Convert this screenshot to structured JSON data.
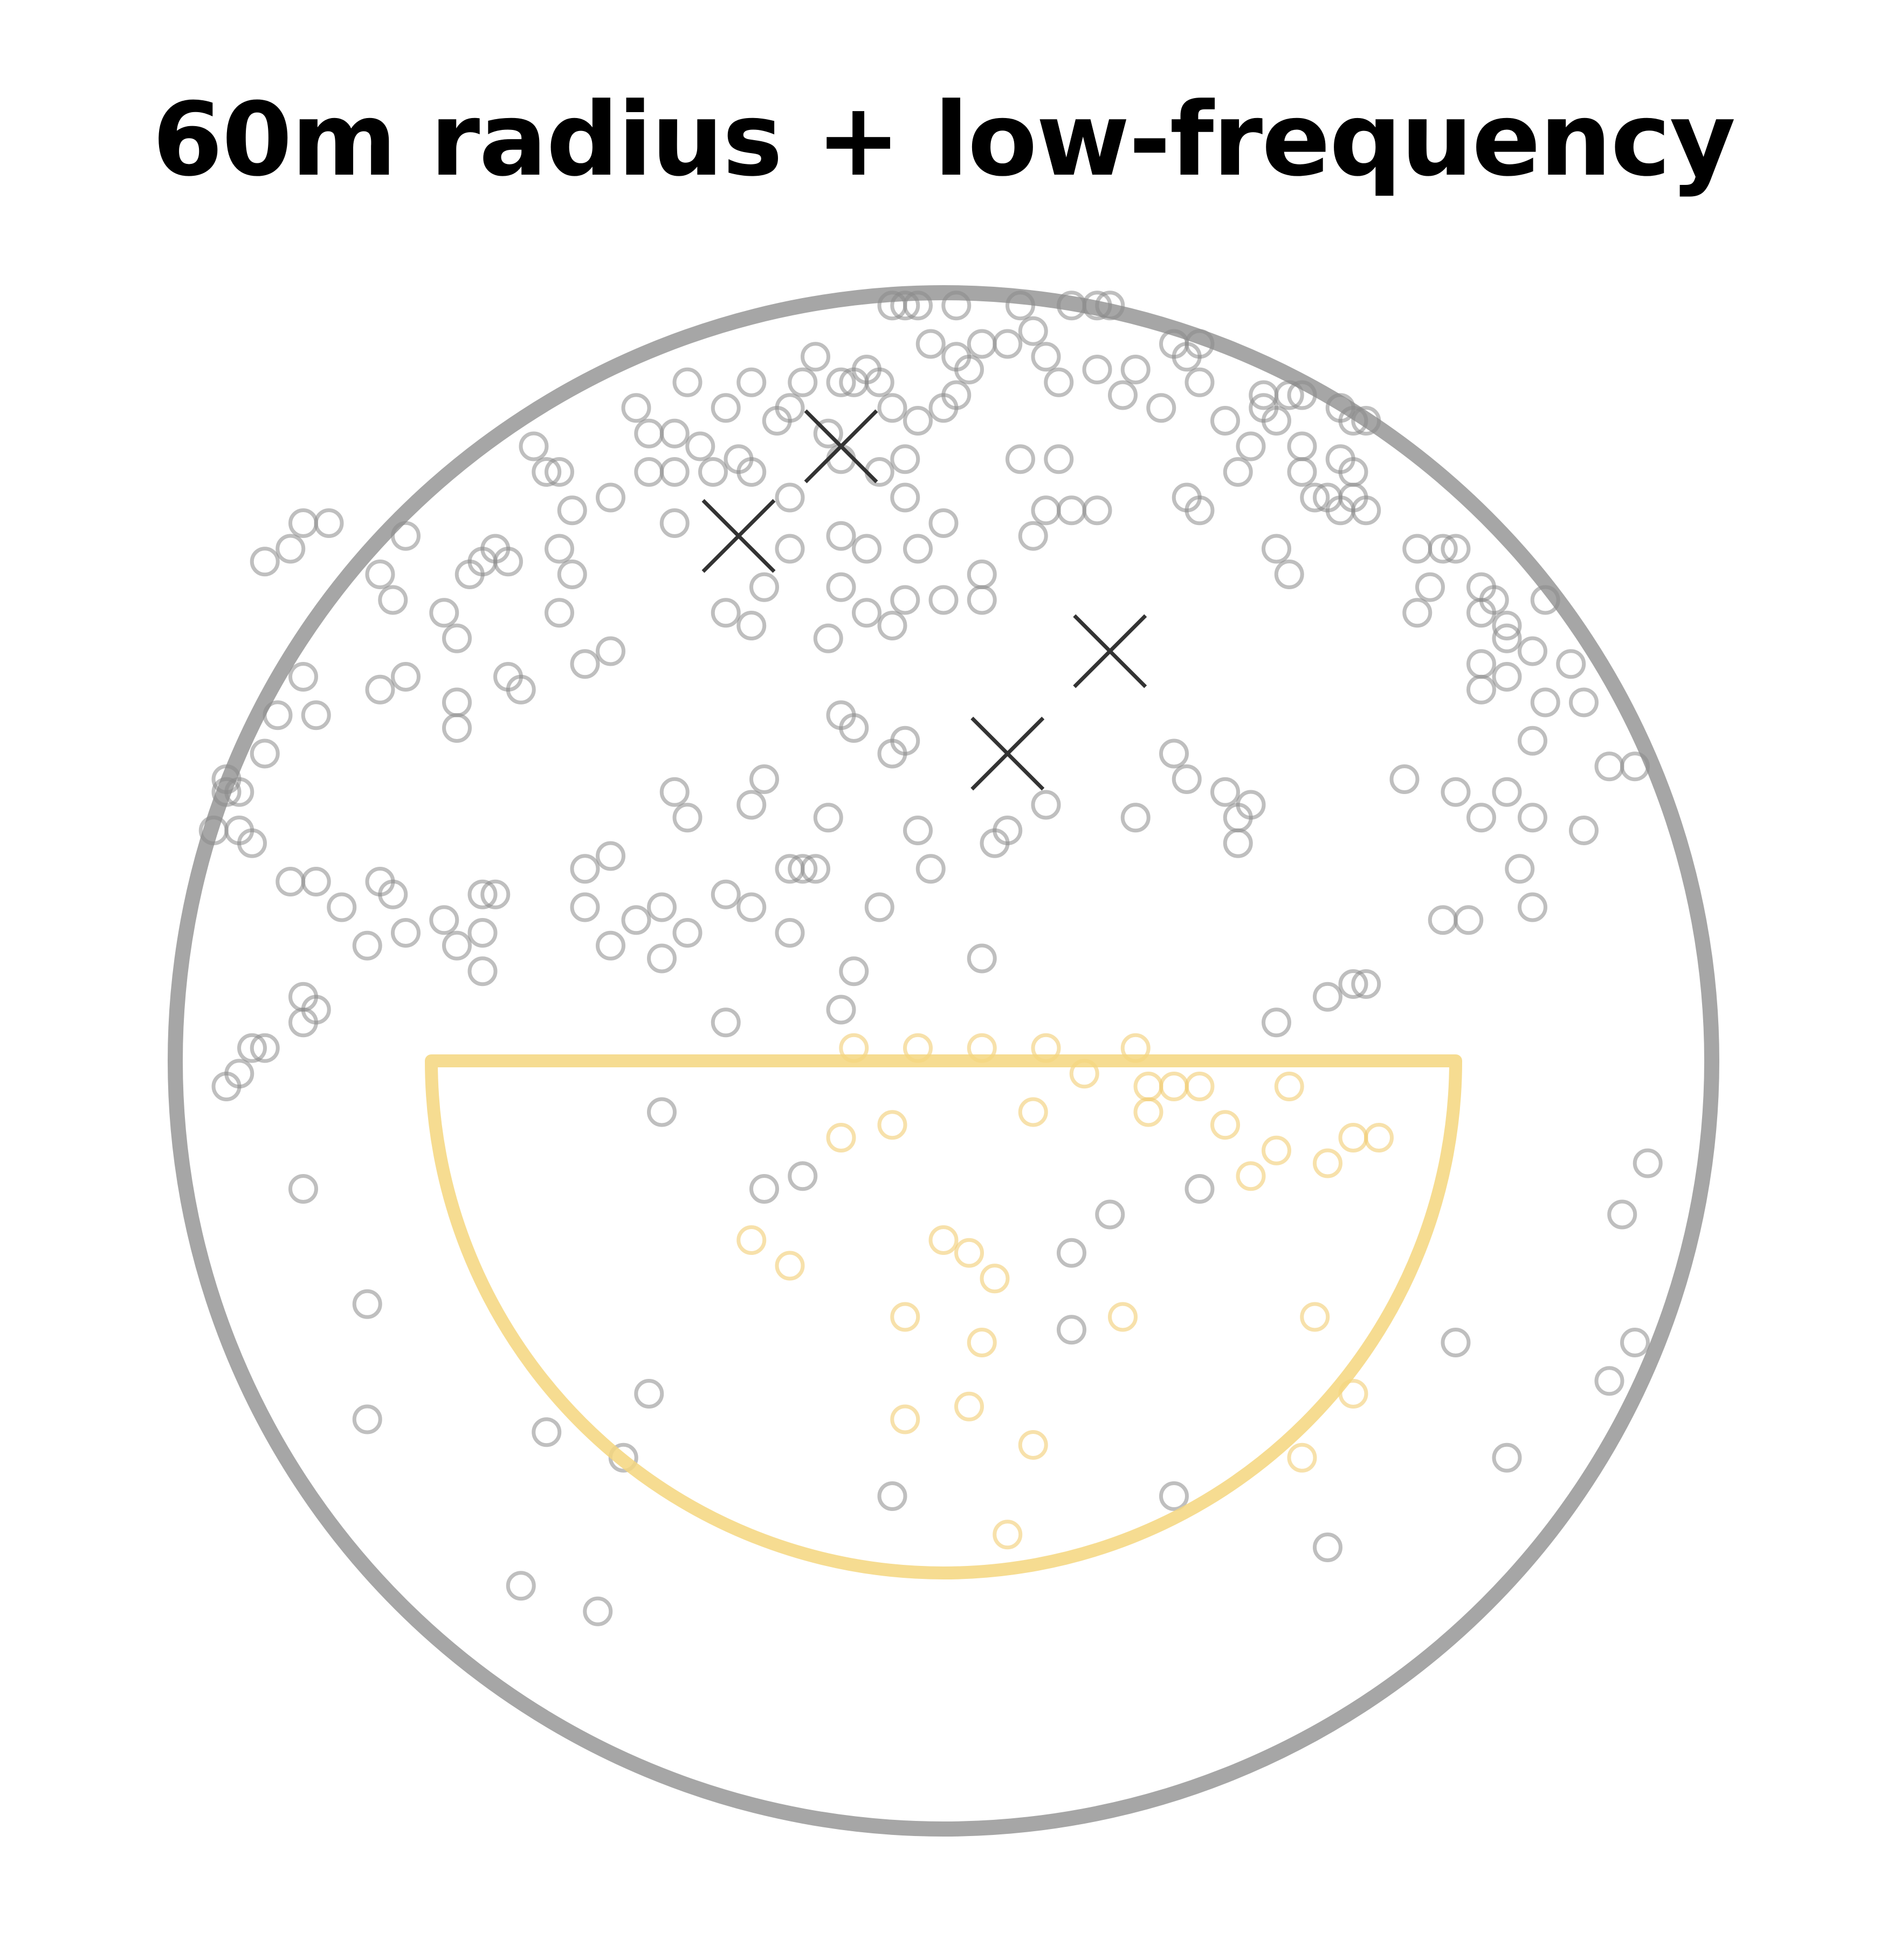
{
  "chart_data": {
    "type": "scatter",
    "title": "60m radius + low-frequency",
    "grid": false,
    "legend": "none",
    "xlim": [
      -60,
      60
    ],
    "ylim": [
      -60,
      60
    ],
    "outer_radius": 60,
    "inner_half_disc_radius": 40,
    "colors": {
      "boundary": "#a6a6a6",
      "half_disc": "#f5d67e",
      "point_outside": "#8a8a8a",
      "point_inside": "#f0c866",
      "cross": "#333333"
    },
    "crosses": [
      [
        -8,
        48
      ],
      [
        -16,
        41
      ],
      [
        5,
        24
      ],
      [
        13,
        32
      ]
    ],
    "points": [
      [
        -3,
        59
      ],
      [
        -2,
        59
      ],
      [
        -4,
        59
      ],
      [
        1,
        59
      ],
      [
        6,
        59
      ],
      [
        10,
        59
      ],
      [
        12,
        59
      ],
      [
        13,
        59
      ],
      [
        7,
        57
      ],
      [
        -1,
        56
      ],
      [
        3,
        56
      ],
      [
        1,
        55
      ],
      [
        5,
        56
      ],
      [
        -10,
        55
      ],
      [
        -11,
        53
      ],
      [
        -15,
        53
      ],
      [
        -6,
        54
      ],
      [
        -8,
        53
      ],
      [
        -12,
        51
      ],
      [
        -17,
        51
      ],
      [
        -21,
        49
      ],
      [
        -23,
        49
      ],
      [
        -24,
        51
      ],
      [
        -20,
        53
      ],
      [
        2,
        54
      ],
      [
        -5,
        53
      ],
      [
        -7,
        53
      ],
      [
        0,
        51
      ],
      [
        -13,
        50
      ],
      [
        -2,
        50
      ],
      [
        1,
        52
      ],
      [
        -4,
        51
      ],
      [
        12,
        54
      ],
      [
        14,
        52
      ],
      [
        8,
        55
      ],
      [
        9,
        53
      ],
      [
        15,
        54
      ],
      [
        19,
        55
      ],
      [
        18,
        56
      ],
      [
        20,
        56
      ],
      [
        20,
        53
      ],
      [
        17,
        51
      ],
      [
        -9,
        49
      ],
      [
        -3,
        47
      ],
      [
        -5,
        46
      ],
      [
        -15,
        46
      ],
      [
        -16,
        47
      ],
      [
        -19,
        48
      ],
      [
        -18,
        46
      ],
      [
        -21,
        46
      ],
      [
        -23,
        46
      ],
      [
        -3,
        44
      ],
      [
        -8,
        47
      ],
      [
        -12,
        44
      ],
      [
        -21,
        42
      ],
      [
        -31,
        46
      ],
      [
        -30,
        46
      ],
      [
        -32,
        48
      ],
      [
        -26,
        44
      ],
      [
        -29,
        43
      ],
      [
        -30,
        40
      ],
      [
        -34,
        39
      ],
      [
        -35,
        40
      ],
      [
        -12,
        40
      ],
      [
        -8,
        41
      ],
      [
        -6,
        40
      ],
      [
        -2,
        40
      ],
      [
        -14,
        37
      ],
      [
        -8,
        37
      ],
      [
        -9,
        33
      ],
      [
        -15,
        34
      ],
      [
        -6,
        35
      ],
      [
        -17,
        35
      ],
      [
        -3,
        36
      ],
      [
        -4,
        34
      ],
      [
        0,
        36
      ],
      [
        0,
        42
      ],
      [
        3,
        38
      ],
      [
        3,
        36
      ],
      [
        7,
        41
      ],
      [
        8,
        43
      ],
      [
        6,
        47
      ],
      [
        9,
        47
      ],
      [
        10,
        43
      ],
      [
        12,
        43
      ],
      [
        24,
        48
      ],
      [
        22,
        50
      ],
      [
        25,
        51
      ],
      [
        26,
        50
      ],
      [
        25,
        52
      ],
      [
        27,
        52
      ],
      [
        28,
        52
      ],
      [
        31,
        51
      ],
      [
        32,
        50
      ],
      [
        33,
        50
      ],
      [
        31,
        47
      ],
      [
        28,
        48
      ],
      [
        28,
        46
      ],
      [
        29,
        44
      ],
      [
        30,
        44
      ],
      [
        32,
        46
      ],
      [
        31,
        43
      ],
      [
        26,
        40
      ],
      [
        27,
        38
      ],
      [
        32,
        44
      ],
      [
        33,
        43
      ],
      [
        19,
        44
      ],
      [
        20,
        43
      ],
      [
        23,
        46
      ],
      [
        37,
        40
      ],
      [
        39,
        40
      ],
      [
        40,
        40
      ],
      [
        38,
        37
      ],
      [
        37,
        35
      ],
      [
        42,
        35
      ],
      [
        42,
        37
      ],
      [
        43,
        36
      ],
      [
        44,
        34
      ],
      [
        47,
        36
      ],
      [
        44,
        33
      ],
      [
        49,
        31
      ],
      [
        46,
        32
      ],
      [
        42,
        31
      ],
      [
        42,
        29
      ],
      [
        44,
        30
      ],
      [
        47,
        28
      ],
      [
        50,
        28
      ],
      [
        46,
        25
      ],
      [
        46,
        19
      ],
      [
        54,
        23
      ],
      [
        52,
        23
      ],
      [
        50,
        18
      ],
      [
        44,
        21
      ],
      [
        36,
        22
      ],
      [
        40,
        21
      ],
      [
        42,
        19
      ],
      [
        45,
        15
      ],
      [
        46,
        12
      ],
      [
        41,
        11
      ],
      [
        39,
        11
      ],
      [
        23,
        19
      ],
      [
        22,
        21
      ],
      [
        19,
        22
      ],
      [
        18,
        24
      ],
      [
        15,
        19
      ],
      [
        8,
        20
      ],
      [
        5,
        18
      ],
      [
        4,
        17
      ],
      [
        -1,
        15
      ],
      [
        -2,
        18
      ],
      [
        -9,
        19
      ],
      [
        -4,
        24
      ],
      [
        -3,
        25
      ],
      [
        -7,
        26
      ],
      [
        -8,
        27
      ],
      [
        -14,
        22
      ],
      [
        -15,
        20
      ],
      [
        -17,
        13
      ],
      [
        -21,
        21
      ],
      [
        -20,
        19
      ],
      [
        -12,
        15
      ],
      [
        -10,
        15
      ],
      [
        -15,
        12
      ],
      [
        -20,
        10
      ],
      [
        -24,
        11
      ],
      [
        -26,
        9
      ],
      [
        -22,
        8
      ],
      [
        -28,
        12
      ],
      [
        -28,
        15
      ],
      [
        -26,
        16
      ],
      [
        -35,
        13
      ],
      [
        -36,
        13
      ],
      [
        -36,
        10
      ],
      [
        -36,
        7
      ],
      [
        -38,
        9
      ],
      [
        -39,
        11
      ],
      [
        -42,
        10
      ],
      [
        -45,
        9
      ],
      [
        -43,
        13
      ],
      [
        -44,
        14
      ],
      [
        -47,
        12
      ],
      [
        -49,
        14
      ],
      [
        -51,
        14
      ],
      [
        -54,
        17
      ],
      [
        -55,
        18
      ],
      [
        -56,
        22
      ],
      [
        -55,
        21
      ],
      [
        -53,
        24
      ],
      [
        -49,
        27
      ],
      [
        -52,
        27
      ],
      [
        -50,
        30
      ],
      [
        -44,
        29
      ],
      [
        -42,
        30
      ],
      [
        -38,
        28
      ],
      [
        -38,
        26
      ],
      [
        -34,
        30
      ],
      [
        -33,
        29
      ],
      [
        -28,
        31
      ],
      [
        -26,
        32
      ],
      [
        -29,
        38
      ],
      [
        -30,
        35
      ],
      [
        -39,
        35
      ],
      [
        -38,
        33
      ],
      [
        -36,
        39
      ],
      [
        -37,
        38
      ],
      [
        -43,
        36
      ],
      [
        -44,
        38
      ],
      [
        -42,
        41
      ],
      [
        -48,
        42
      ],
      [
        -50,
        42
      ],
      [
        -51,
        40
      ],
      [
        -53,
        39
      ],
      [
        -56,
        21
      ],
      [
        -57,
        18
      ],
      [
        -54,
        1
      ],
      [
        -55,
        -1
      ],
      [
        -53,
        1
      ],
      [
        -56,
        -2
      ],
      [
        -50,
        3
      ],
      [
        -49,
        4
      ],
      [
        -50,
        5
      ],
      [
        -50,
        -10
      ],
      [
        -45,
        -19
      ],
      [
        -45,
        -28
      ],
      [
        -31,
        -29
      ],
      [
        -25,
        -31
      ],
      [
        -23,
        -26
      ],
      [
        -27,
        -43
      ],
      [
        -33,
        -41
      ],
      [
        -22,
        12
      ],
      [
        -11,
        15
      ],
      [
        -12,
        10
      ],
      [
        -17,
        3
      ],
      [
        -7,
        7
      ],
      [
        -8,
        4
      ],
      [
        -4,
        -34
      ],
      [
        10,
        -21
      ],
      [
        20,
        -10
      ],
      [
        40,
        -22
      ],
      [
        44,
        -31
      ],
      [
        18,
        -34
      ],
      [
        30,
        -38
      ],
      [
        53,
        -12
      ],
      [
        55,
        -8
      ],
      [
        52,
        -25
      ],
      [
        54,
        -22
      ],
      [
        30,
        5
      ],
      [
        32,
        6
      ],
      [
        33,
        6
      ],
      [
        3,
        8
      ],
      [
        -5,
        12
      ],
      [
        26,
        3
      ],
      [
        -11,
        -9
      ],
      [
        -22,
        -4
      ],
      [
        23,
        17
      ],
      [
        24,
        20
      ],
      [
        -14,
        -10
      ],
      [
        10,
        -15
      ],
      [
        13,
        -12
      ]
    ],
    "points_inside": [
      [
        -7,
        1
      ],
      [
        -2,
        1
      ],
      [
        3,
        1
      ],
      [
        8,
        1
      ],
      [
        11,
        -1
      ],
      [
        15,
        1
      ],
      [
        16,
        -2
      ],
      [
        18,
        -2
      ],
      [
        20,
        -2
      ],
      [
        27,
        -2
      ],
      [
        22,
        -5
      ],
      [
        26,
        -7
      ],
      [
        24,
        -9
      ],
      [
        32,
        -6
      ],
      [
        34,
        -6
      ],
      [
        30,
        -8
      ],
      [
        16,
        -4
      ],
      [
        7,
        -4
      ],
      [
        -4,
        -5
      ],
      [
        -8,
        -6
      ],
      [
        -15,
        -14
      ],
      [
        -12,
        -16
      ],
      [
        0,
        -14
      ],
      [
        4,
        -17
      ],
      [
        2,
        -15
      ],
      [
        -3,
        -20
      ],
      [
        3,
        -22
      ],
      [
        14,
        -20
      ],
      [
        29,
        -20
      ],
      [
        32,
        -26
      ],
      [
        28,
        -31
      ],
      [
        -3,
        -28
      ],
      [
        2,
        -27
      ],
      [
        7,
        -30
      ],
      [
        5,
        -37
      ]
    ]
  }
}
